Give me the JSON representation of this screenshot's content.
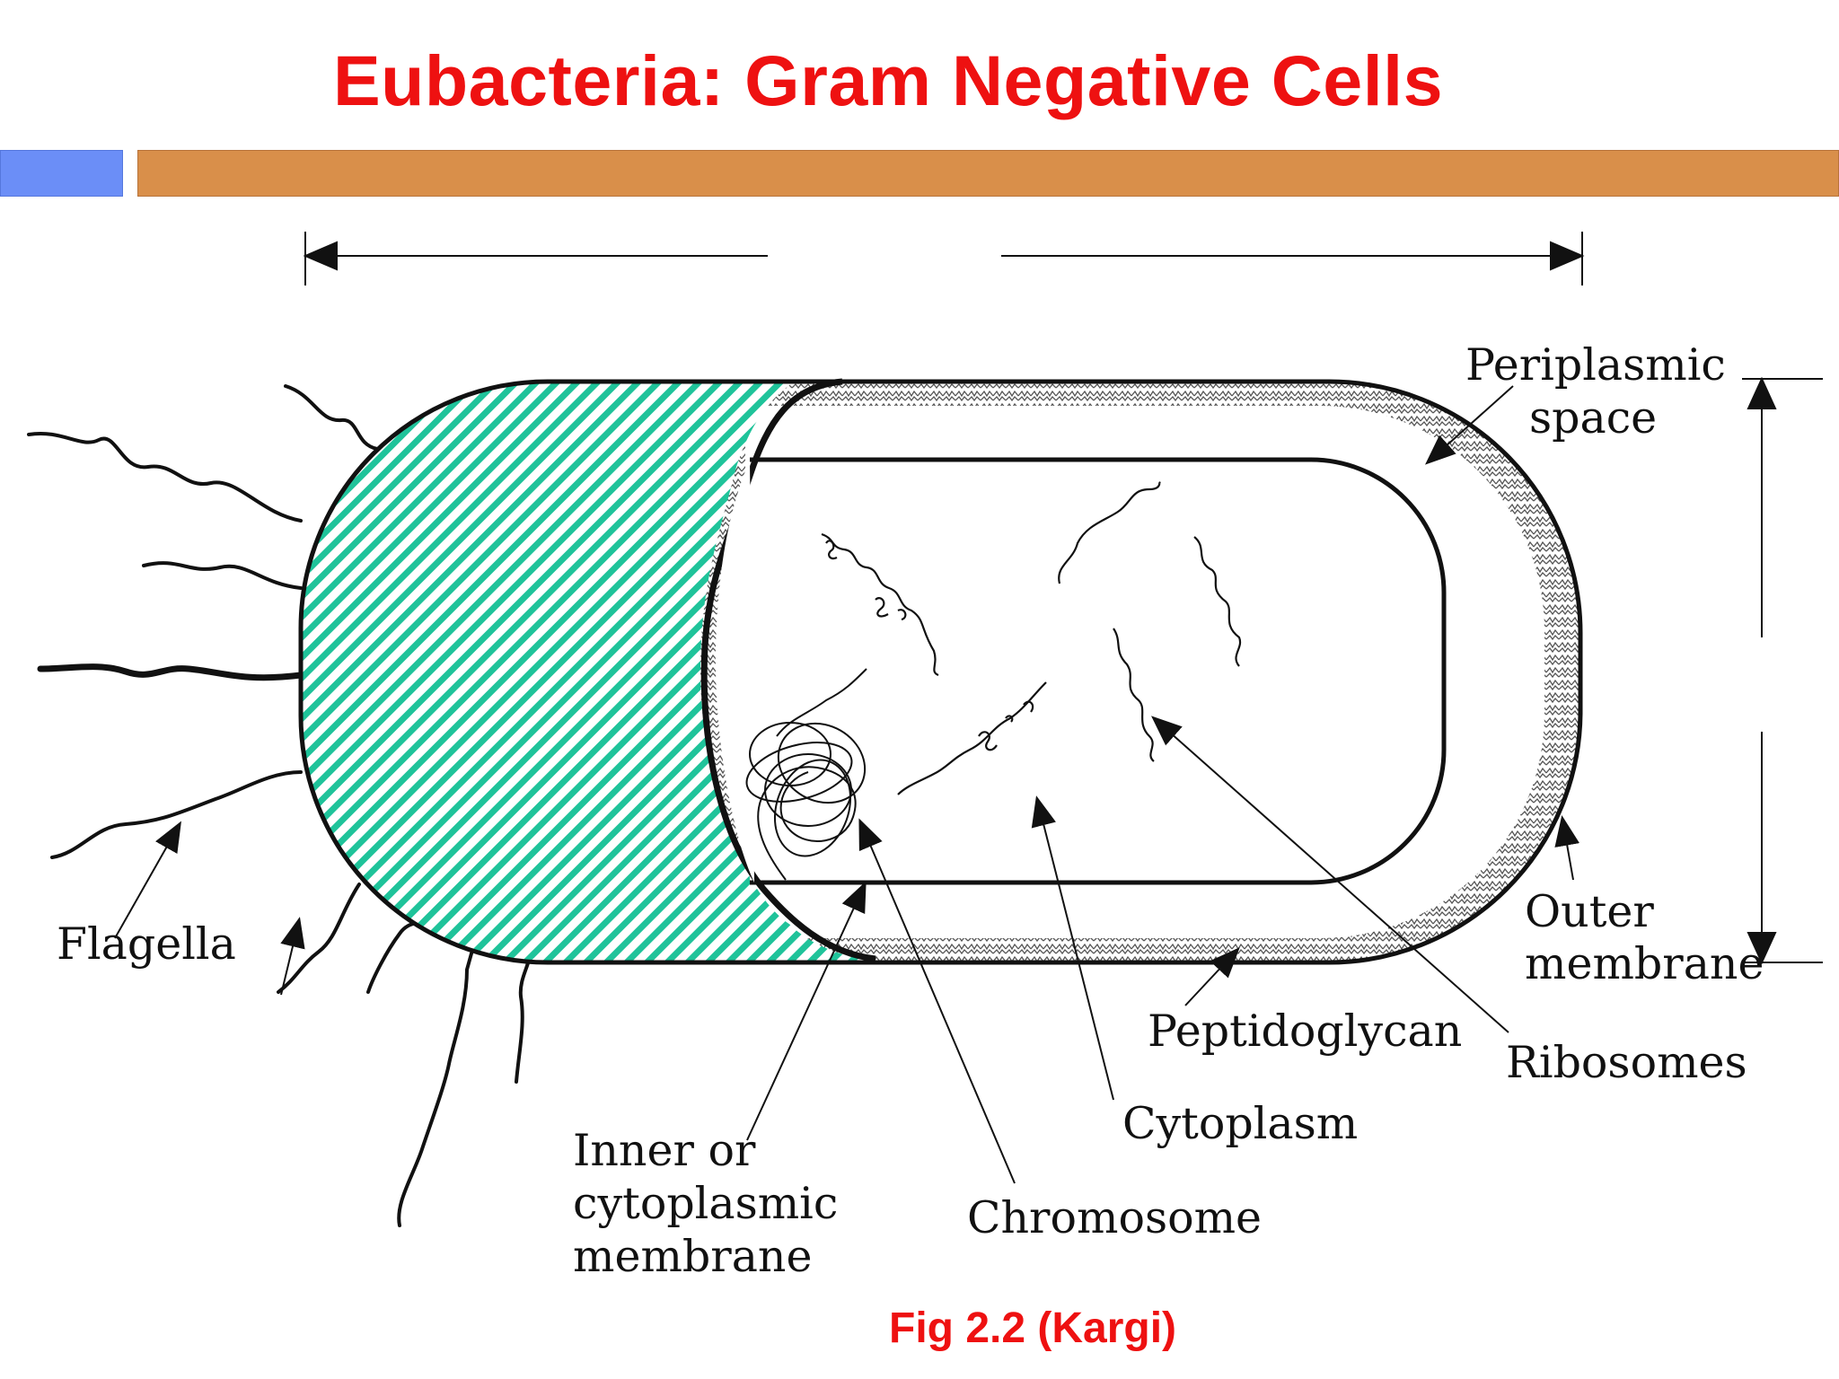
{
  "title": "Eubacteria: Gram Negative Cells",
  "caption": "Fig 2.2 (Kargi)",
  "colors": {
    "title": "#ee1111",
    "accent_bar_left": "#6b8ef7",
    "accent_bar_right": "#d98f4a",
    "cell_wall_hatch": "#1fc39a"
  },
  "labels": {
    "periplasmic_1": "Periplasmic",
    "periplasmic_2": "space",
    "outer_1": "Outer",
    "outer_2": "membrane",
    "flagella": "Flagella",
    "peptidoglycan": "Peptidoglycan",
    "ribosomes": "Ribosomes",
    "cytoplasm": "Cytoplasm",
    "chromosome": "Chromosome",
    "inner_1": "Inner or",
    "inner_2": "cytoplasmic",
    "inner_3": "membrane"
  }
}
